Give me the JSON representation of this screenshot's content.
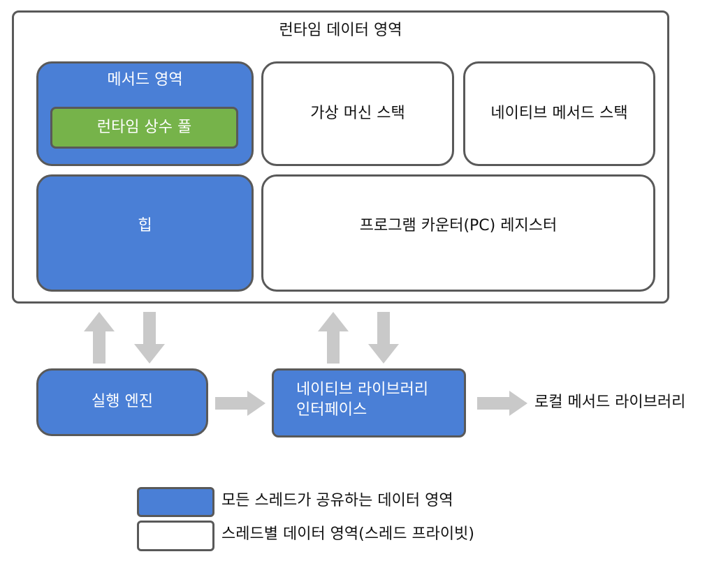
{
  "runtime_area": {
    "title": "런타임 데이터 영역",
    "method_area": {
      "label": "메서드 영역",
      "constant_pool": "런타임 상수 풀"
    },
    "vm_stack": "가상 머신 스택",
    "native_method_stack": "네이티브 메서드 스택",
    "heap": "힙",
    "pc_register": "프로그램 카운터(PC) 레지스터"
  },
  "execution_engine": "실행 엔진",
  "native_interface": {
    "line1": "네이티브 라이브러리",
    "line2": "인터페이스"
  },
  "local_method_library": "로컬 메서드 라이브러리",
  "legend": {
    "shared": "모든 스레드가 공유하는 데이터 영역",
    "private": "스레드별 데이터 영역(스레드 프라이빗)"
  },
  "colors": {
    "shared_blue": "#4a7fd6",
    "constant_pool_green": "#76b34a",
    "border_gray": "#595959",
    "arrow_gray": "#c9c9c9"
  }
}
